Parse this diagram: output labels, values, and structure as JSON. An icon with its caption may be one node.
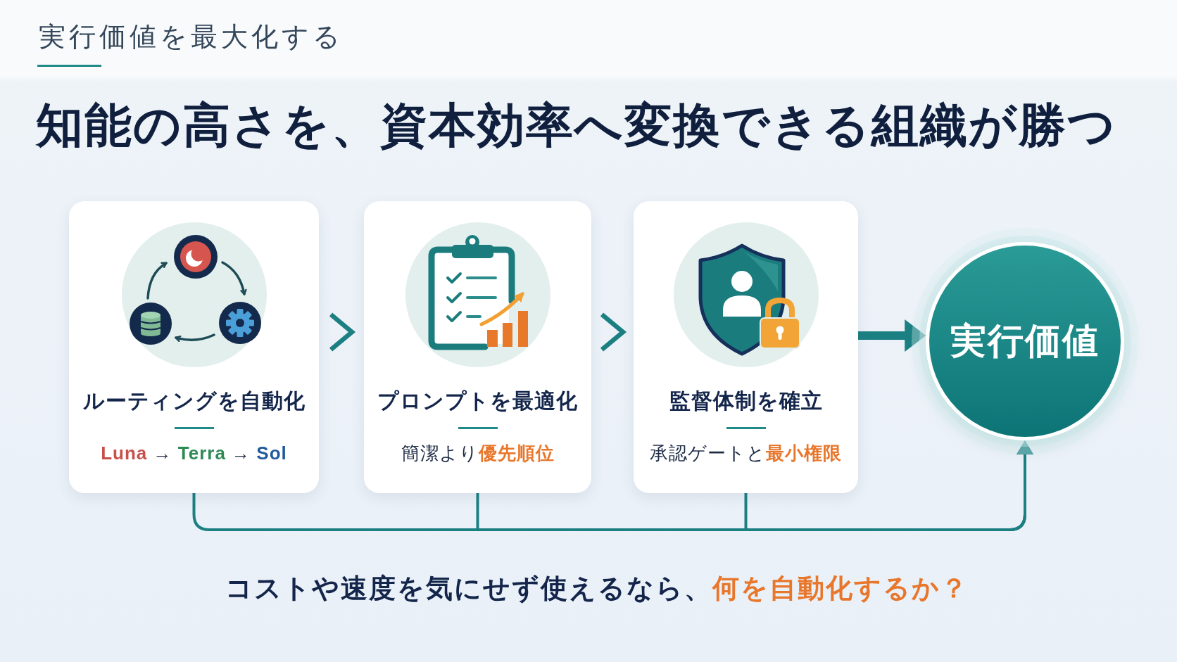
{
  "diagram": {
    "title": "知能の高さを、資本効率へ変換できる組織が勝つ",
    "caption": "コストや速度を気にせず使えるなら、**何を自動化するか？**",
    "nodes": [
      {
        "text": [
          "ルーティングを自動化",
          "Luna → Terra → Sol"
        ]
      },
      {
        "text": [
          "プロンプトを最適化",
          "簡潔より**優先順位**"
        ]
      },
      {
        "text": [
          "監督体制を確立",
          "承認ゲートと**最小権限**"
        ]
      },
      {
        "text": [
          "実行価値"
        ]
      }
    ],
    "edges": [
      {
        "from": 0,
        "to": 1,
        "arrow": "to"
      },
      {
        "from": 1,
        "to": 2,
        "arrow": "to"
      },
      {
        "from": 2,
        "to": 3,
        "arrow": "to",
        "style": "thick"
      },
      {
        "from": 0,
        "to": 3,
        "arrow": "to"
      },
      {
        "from": 1,
        "to": 3,
        "arrow": "to"
      },
      {
        "from": 2,
        "to": 3,
        "arrow": "to"
      }
    ],
    "labels": [
      "実行価値を最大化する"
    ]
  }
}
